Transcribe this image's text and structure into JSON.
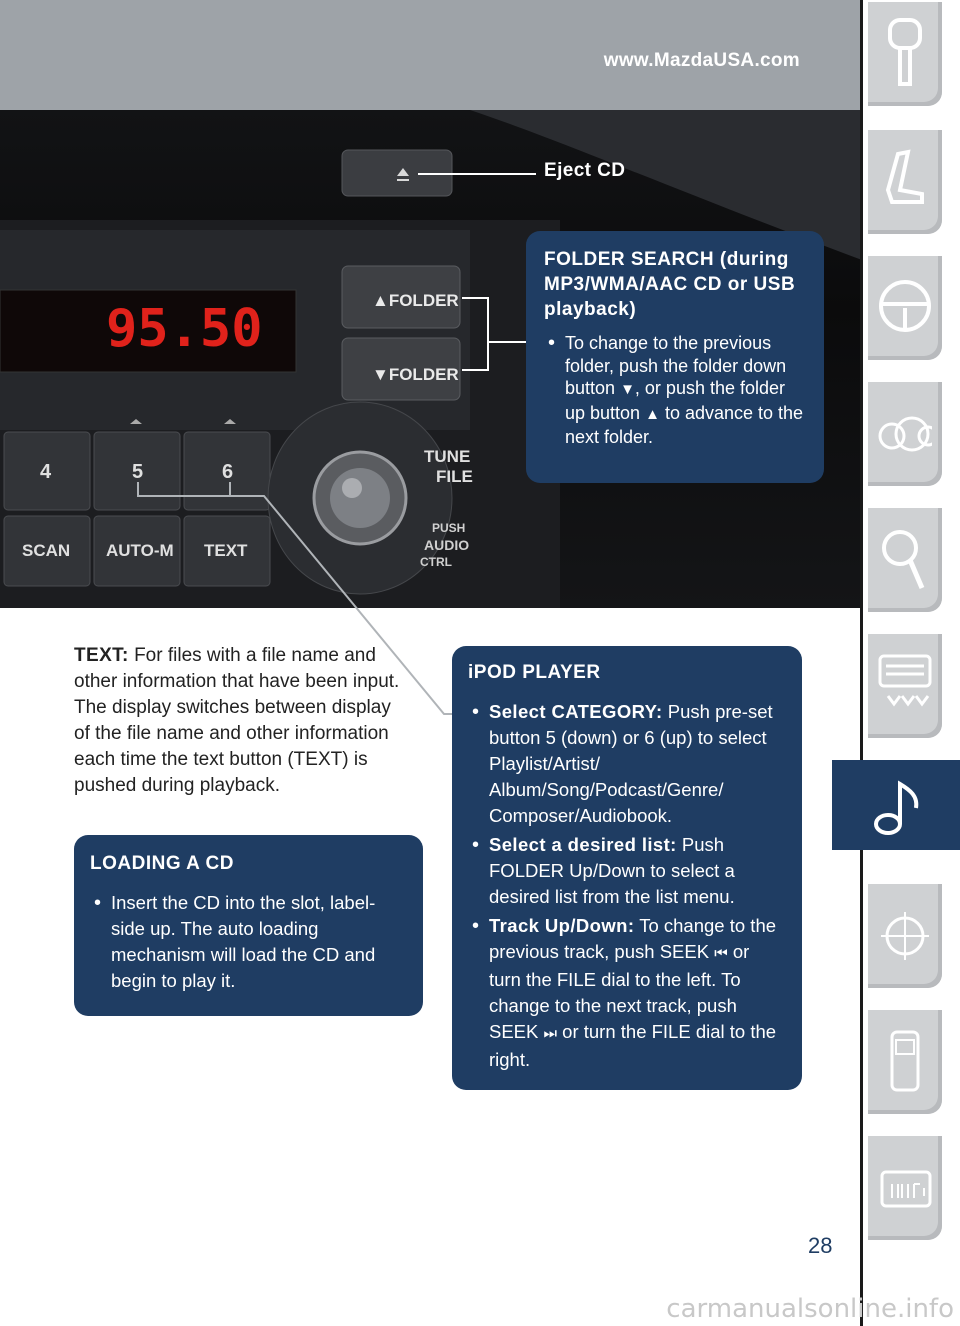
{
  "header": {
    "url": "www.MazdaUSA.com"
  },
  "radio": {
    "display_reading": "95.50",
    "buttons": {
      "folder_up": "▲FOLDER",
      "folder_down": "▼FOLDER",
      "preset_4": "4",
      "preset_5": "5",
      "preset_6": "6",
      "scan": "SCAN",
      "auto_m": "AUTO-M",
      "text": "TEXT",
      "tune": "TUNE",
      "file": "FILE",
      "push": "PUSH",
      "audio": "AUDIO",
      "ctrl": "CTRL"
    }
  },
  "eject_label": "Eject CD",
  "folder_search": {
    "title": "FOLDER SEARCH (during MP3/WMA/AAC CD or USB playback)",
    "bullet_part1": "To change to the previous folder, push the folder down button",
    "bullet_part2": ", or push the folder up button",
    "bullet_part3": "to advance to the next folder."
  },
  "text_paragraph": {
    "label": "TEXT:",
    "body": "For files with a file name and other information that have been input. The display switches between display of the file name and other information each time the text button (TEXT) is pushed during playback."
  },
  "loading_cd": {
    "title": "LOADING A CD",
    "bullet": "Insert the CD into the slot, label-side up. The auto loading mechanism will load the CD and begin to play it."
  },
  "ipod_player": {
    "title": "iPOD PLAYER",
    "items": [
      {
        "label": "Select CATEGORY:",
        "text": "Push pre-set button 5 (down) or 6 (up) to select Playlist/Artist/ Album/Song/Podcast/Genre/ Composer/Audiobook."
      },
      {
        "label": "Select a desired list:",
        "text": "Push FOLDER Up/Down to select a desired list from the list menu."
      }
    ],
    "track": {
      "label": "Track Up/Down:",
      "part1": "To change to the previous track, push SEEK",
      "part2": "or turn the FILE dial to the left. To change to the next track, push SEEK",
      "part3": "or turn the FILE dial to the right."
    }
  },
  "tabs": [
    "key-icon",
    "seat-icon",
    "steering-wheel-icon",
    "gauges-icon",
    "magnifier-icon",
    "climate-icon",
    "music-note-icon",
    "compass-icon",
    "phone-icon",
    "info-icon"
  ],
  "colors": {
    "navy": "#1f3d63",
    "header_grey": "#9ea3a8",
    "tab_grey": "#cfd1d3",
    "display_red": "#e0221b"
  },
  "page_number": "28",
  "watermark": "carmanualsonline.info"
}
